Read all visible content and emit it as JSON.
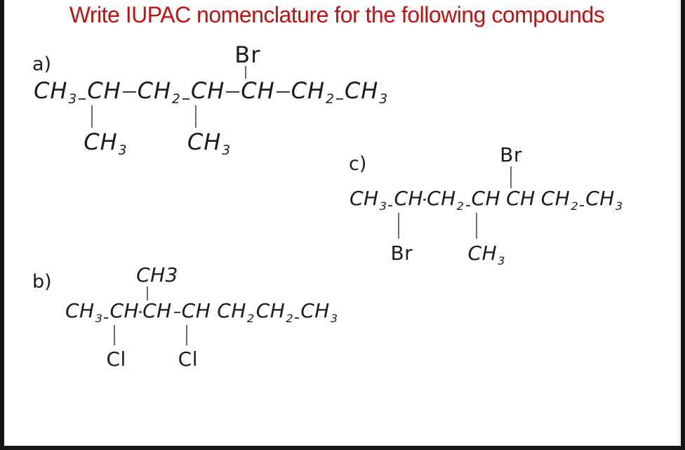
{
  "slide": {
    "background": "#ffffff",
    "frame_color": "#141414",
    "ink_color": "#1c1c1c",
    "bond_line_color": "#6d6d6d",
    "title": {
      "text": "Write IUPAC nomenclature for the following compounds",
      "color": "#c01112"
    }
  },
  "compounds": {
    "a": {
      "label": "a)",
      "chain": [
        {
          "main": "CH",
          "sub": "3"
        },
        {
          "main": "CH"
        },
        {
          "main": "CH",
          "sub": "2"
        },
        {
          "main": "CH"
        },
        {
          "main": "CH"
        },
        {
          "main": "CH",
          "sub": "2"
        },
        {
          "main": "CH",
          "sub": "3"
        }
      ],
      "substituents": [
        {
          "attached_to_carbon": 2,
          "position": "below",
          "text": "CH",
          "sub": "3"
        },
        {
          "attached_to_carbon": 4,
          "position": "below",
          "text": "CH",
          "sub": "3"
        },
        {
          "attached_to_carbon": 5,
          "position": "above",
          "text": "Br"
        }
      ]
    },
    "b": {
      "label": "b)",
      "chain": [
        {
          "main": "CH",
          "sub": "3"
        },
        {
          "main": "CH"
        },
        {
          "main": "CH"
        },
        {
          "main": "CH"
        },
        {
          "main": "CH",
          "sub": "2"
        },
        {
          "main": "CH",
          "sub": "2"
        },
        {
          "main": "CH",
          "sub": "3"
        }
      ],
      "substituents": [
        {
          "attached_to_carbon": 2,
          "position": "below",
          "text": "Cl"
        },
        {
          "attached_to_carbon": 3,
          "position": "above",
          "text": "CH3"
        },
        {
          "attached_to_carbon": 4,
          "position": "below",
          "text": "Cl"
        }
      ]
    },
    "c": {
      "label": "c)",
      "chain": [
        {
          "main": "CH",
          "sub": "3"
        },
        {
          "main": "CH"
        },
        {
          "main": "CH",
          "sub": "2"
        },
        {
          "main": "CH"
        },
        {
          "main": "CH"
        },
        {
          "main": "CH",
          "sub": "2"
        },
        {
          "main": "CH",
          "sub": "3"
        }
      ],
      "substituents": [
        {
          "attached_to_carbon": 2,
          "position": "below",
          "text": "Br"
        },
        {
          "attached_to_carbon": 4,
          "position": "below",
          "text": "CH",
          "sub": "3"
        },
        {
          "attached_to_carbon": 5,
          "position": "above",
          "text": "Br"
        }
      ]
    }
  }
}
